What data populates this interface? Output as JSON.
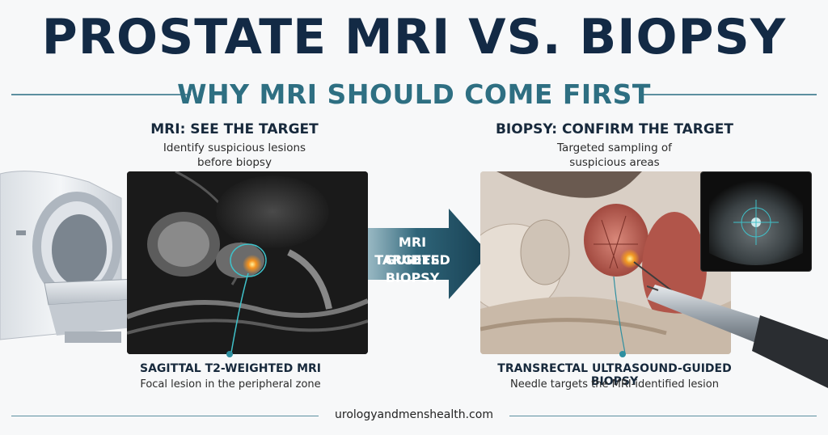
{
  "header": {
    "title": "PROSTATE MRI VS. BIOPSY",
    "subtitle": "WHY MRI SHOULD COME FIRST"
  },
  "left": {
    "heading": "MRI: SEE THE TARGET",
    "desc_line1": "Identify suspicious lesions",
    "desc_line2": "before biopsy",
    "caption_title": "SAGITTAL T2-WEIGHTED MRI",
    "caption_desc": "Focal lesion in the peripheral zone"
  },
  "middle": {
    "arrow_line1": "MRI GUIDES",
    "arrow_line2": "TARGETED",
    "arrow_line3": "BIOPSY"
  },
  "right": {
    "heading": "BIOPSY: CONFIRM THE TARGET",
    "desc_line1": "Targeted sampling of",
    "desc_line2": "suspicious areas",
    "caption_title": "TRANSRECTAL ULTRASOUND-GUIDED BIOPSY",
    "caption_desc": "Needle targets the MRI-identified lesion"
  },
  "footer": {
    "site": "urologyandmenshealth.com"
  },
  "colors": {
    "navy": "#132a45",
    "teal": "#2e6f82",
    "arrow": "#1e4a5e",
    "lesion": "#f07a1a"
  },
  "icons": [
    "mri-scanner-illustration",
    "mri-sagittal-image",
    "anatomy-biopsy-illustration",
    "ultrasound-inset",
    "biopsy-probe",
    "direction-arrow-icon"
  ]
}
